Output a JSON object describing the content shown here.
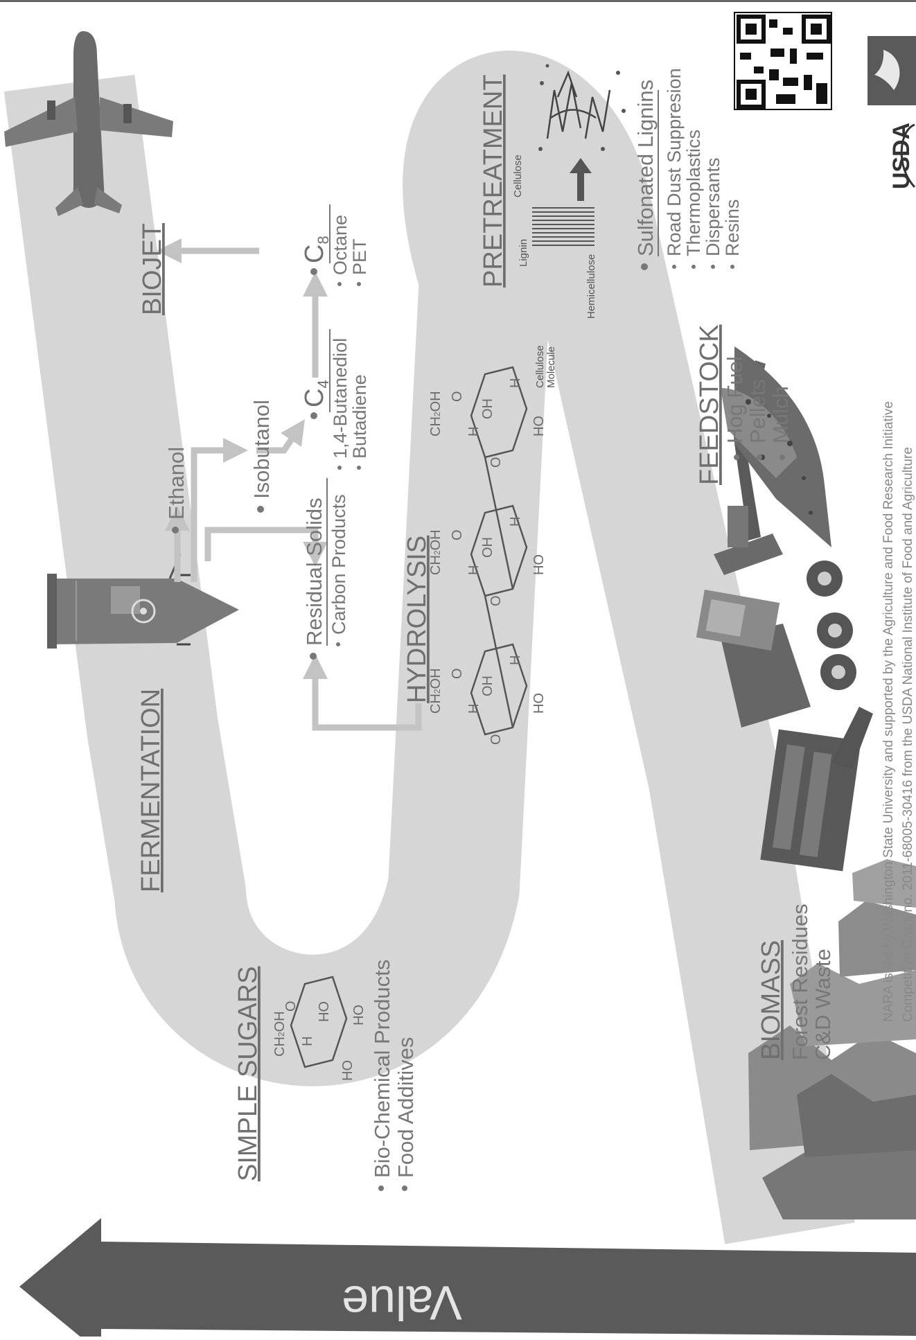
{
  "stages": {
    "biomass": {
      "title": "BIOMASS",
      "items": [
        "Forest Residues",
        "C&D Waste"
      ]
    },
    "feedstock": {
      "title": "FEEDSTOCK",
      "items": [
        "Hog Fuel",
        "Pellets",
        "Mulch"
      ]
    },
    "pretreatment": {
      "title": "PRETREATMENT",
      "labels": [
        "Lignin",
        "Cellulose",
        "Hemicellulose"
      ]
    },
    "sulfonated": {
      "title": "Sulfonated Lignins",
      "items": [
        "Road Dust Suppresion",
        "Thermoplastics",
        "Dispersants",
        "Resins"
      ]
    },
    "hydrolysis": {
      "title": "HYDROLYSIS",
      "note": [
        "Cellulose",
        "Molecule"
      ]
    },
    "residual": {
      "title": "Residual Solids",
      "items": [
        "Carbon Products"
      ]
    },
    "simple_sugars": {
      "title": "SIMPLE SUGARS",
      "items": [
        "Bio-Chemical Products",
        "Food Additives"
      ]
    },
    "fermentation": {
      "title": "FERMENTATION",
      "outputs": [
        "Ethanol",
        "Isobutanol"
      ]
    },
    "c4": {
      "label": "C",
      "sub": "4",
      "items": [
        "1,4-Butanediol",
        "Butadiene"
      ]
    },
    "c8": {
      "label": "C",
      "sub": "8",
      "items": [
        "Octane",
        "PET"
      ]
    },
    "biojet": {
      "title": "BIOJET"
    }
  },
  "chem": {
    "ch2oh": "CH",
    "ch2oh_sub": "2",
    "ch2oh_tail": "OH",
    "oh": "OH",
    "ho": "HO",
    "h": "H",
    "o": "O"
  },
  "value_arrow": {
    "label": "Value"
  },
  "logos": {
    "usda": "USDA"
  },
  "credits": {
    "line1": "NARA is led by Washington State University and supported by the Agriculture and Food Research Initiative",
    "line2": "Competitive Grant no. 2011-68005-30416 from the USDA National Institute of Food and Agriculture"
  },
  "colors": {
    "path": "#d6d6d6",
    "arrow": "#bfbfbf",
    "dark": "#505050",
    "text": "#6f6f6f"
  }
}
